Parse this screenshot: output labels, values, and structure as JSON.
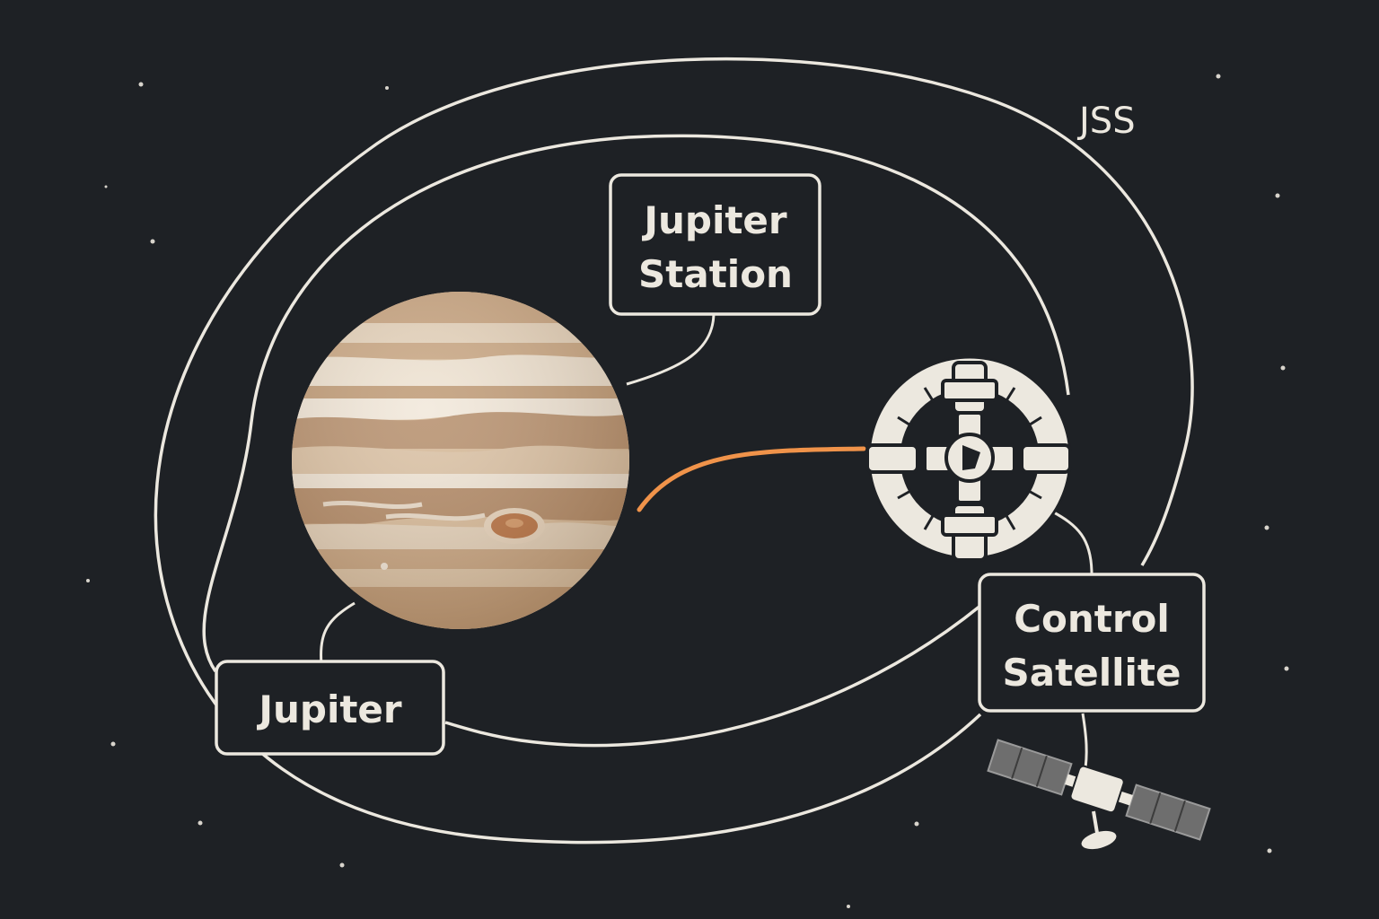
{
  "diagram": {
    "orbit_system_label": "JSS",
    "labels": {
      "jupiter_station": [
        "Jupiter",
        "Station"
      ],
      "jupiter": "Jupiter",
      "control_satellite": [
        "Control",
        "Satellite"
      ]
    },
    "colors": {
      "background": "#1e2125",
      "line": "#ece8df",
      "link_arrow": "#f0934a",
      "great_red_spot": "#b87345"
    },
    "icons": [
      "planet-jupiter",
      "space-station",
      "satellite",
      "star"
    ]
  }
}
